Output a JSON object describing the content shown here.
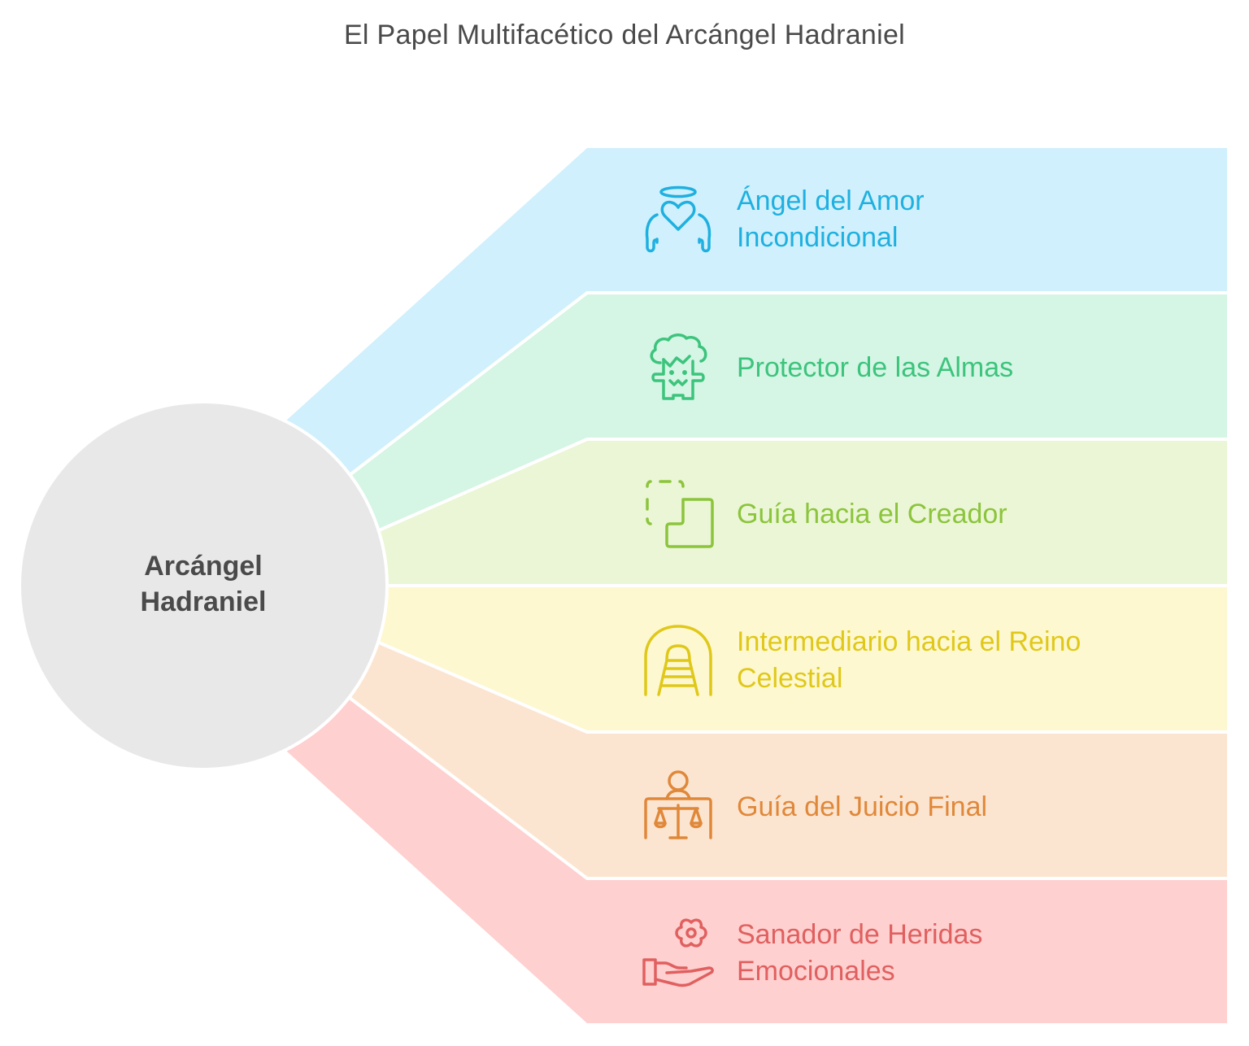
{
  "title": "El Papel Multifacético del Arcángel Hadraniel",
  "center": {
    "line1": "Arcángel",
    "line2": "Hadraniel",
    "fill": "#e8e8e8",
    "text_color": "#4a4a4a"
  },
  "items": [
    {
      "line1": "Ángel del Amor",
      "line2": "Incondicional",
      "icon": "angel-heart-icon",
      "fill": "#cff0fc",
      "color": "#1fb0e0"
    },
    {
      "line1": "Protector de las Almas",
      "line2": "",
      "icon": "tree-guardian-icon",
      "fill": "#d5f5e5",
      "color": "#3cc47c"
    },
    {
      "line1": "Guía hacia el Creador",
      "line2": "",
      "icon": "path-steps-icon",
      "fill": "#eaf6d5",
      "color": "#8cc43c"
    },
    {
      "line1": "Intermediario hacia el Reino",
      "line2": "Celestial",
      "icon": "tunnel-ladder-icon",
      "fill": "#fdf8cf",
      "color": "#e0c81a"
    },
    {
      "line1": "Guía del Juicio Final",
      "line2": "",
      "icon": "judge-scales-icon",
      "fill": "#fce5d0",
      "color": "#e0883a"
    },
    {
      "line1": "Sanador de Heridas",
      "line2": "Emocionales",
      "icon": "hand-flower-icon",
      "fill": "#fed0cf",
      "color": "#e06060"
    }
  ]
}
